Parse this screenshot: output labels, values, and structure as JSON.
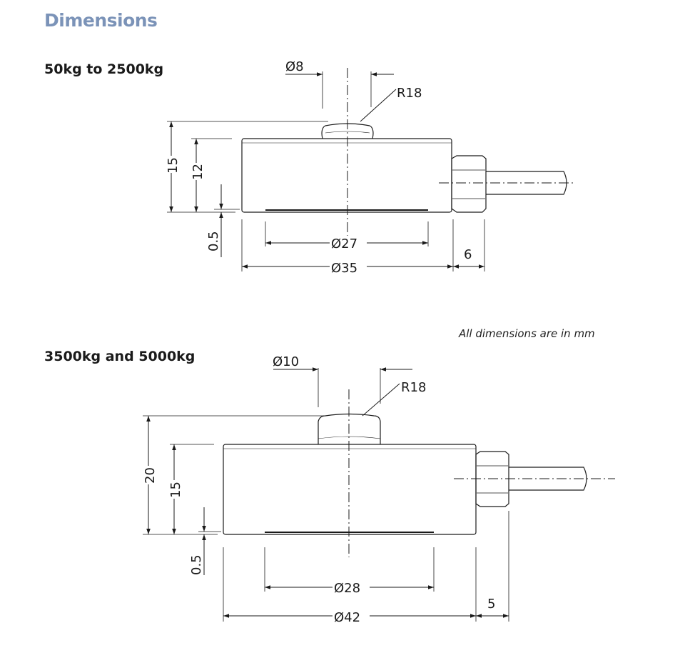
{
  "page_title": "Dimensions",
  "note": "All dimensions are in mm",
  "drawing_a": {
    "title": "50kg to 2500kg",
    "labels": {
      "button_dia": "Ø8",
      "radius": "R18",
      "total_height": "15",
      "body_height": "12",
      "recess": "0.5",
      "base_dia": "Ø27",
      "body_dia": "Ø35",
      "gland": "6"
    }
  },
  "drawing_b": {
    "title": "3500kg and 5000kg",
    "labels": {
      "button_dia": "Ø10",
      "radius": "R18",
      "total_height": "20",
      "body_height": "15",
      "recess": "0.5",
      "base_dia": "Ø28",
      "body_dia": "Ø42",
      "gland": "5"
    }
  }
}
